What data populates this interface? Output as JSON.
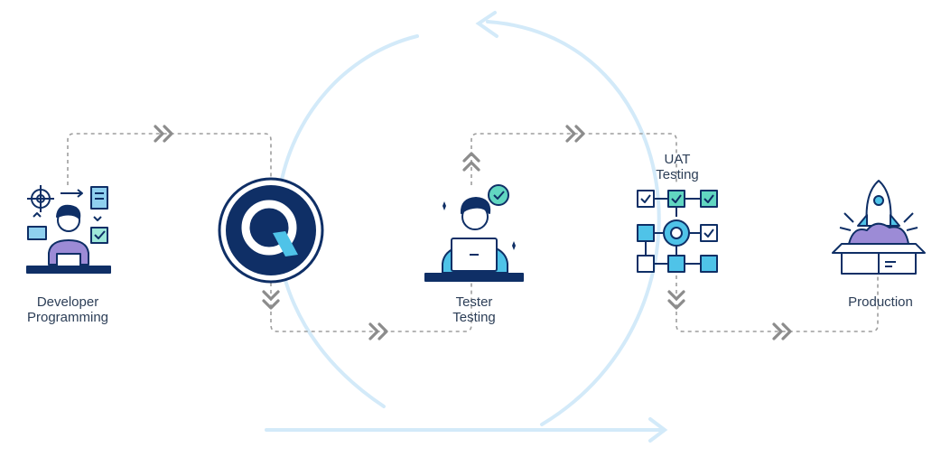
{
  "stages": {
    "developer": {
      "label": "Developer\nProgramming",
      "icon": "developer-programming-icon"
    },
    "qa_logo": {
      "icon": "q-logo-icon"
    },
    "tester": {
      "label": "Tester\nTesting",
      "icon": "tester-testing-icon"
    },
    "uat": {
      "label": "UAT\nTesting",
      "icon": "uat-workflow-icon"
    },
    "production": {
      "label": "Production",
      "icon": "rocket-box-icon"
    }
  },
  "colors": {
    "navy": "#0f2f66",
    "dashed_line": "#9a9a9a",
    "chevron": "#8a8a8a",
    "cycle_arrow": "#cfe8f8",
    "accent_cyan": "#4fc3e8",
    "accent_teal": "#61d6c1",
    "label_text": "#2c3e57"
  }
}
